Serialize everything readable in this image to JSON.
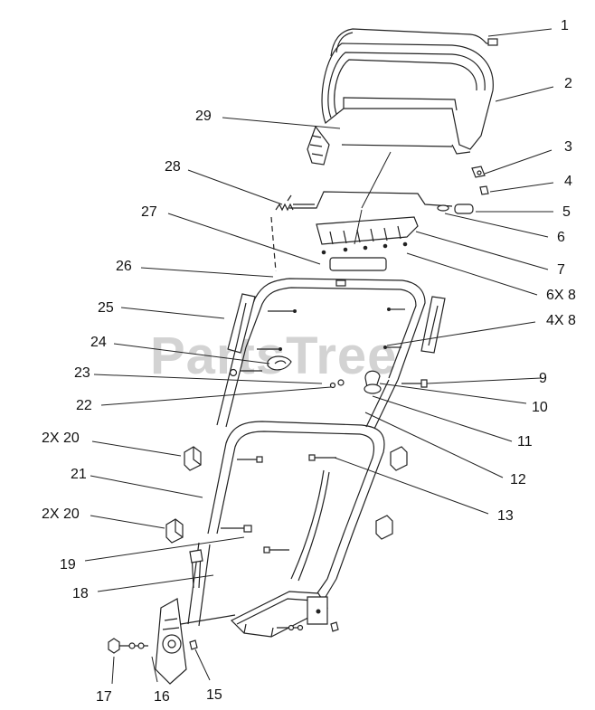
{
  "diagram": {
    "watermark": "PartsTree",
    "callouts": {
      "c1": "1",
      "c2": "2",
      "c3": "3",
      "c4": "4",
      "c5": "5",
      "c6": "6",
      "c7": "7",
      "c6x8": "6X 8",
      "c4x8": "4X 8",
      "c9": "9",
      "c10": "10",
      "c11": "11",
      "c12": "12",
      "c13": "13",
      "c15": "15",
      "c16": "16",
      "c17": "17",
      "c18": "18",
      "c19": "19",
      "c2x20a": "2X 20",
      "c21": "21",
      "c2x20b": "2X 20",
      "c22": "22",
      "c23": "23",
      "c24": "24",
      "c25": "25",
      "c26": "26",
      "c27": "27",
      "c28": "28",
      "c29": "29"
    }
  }
}
